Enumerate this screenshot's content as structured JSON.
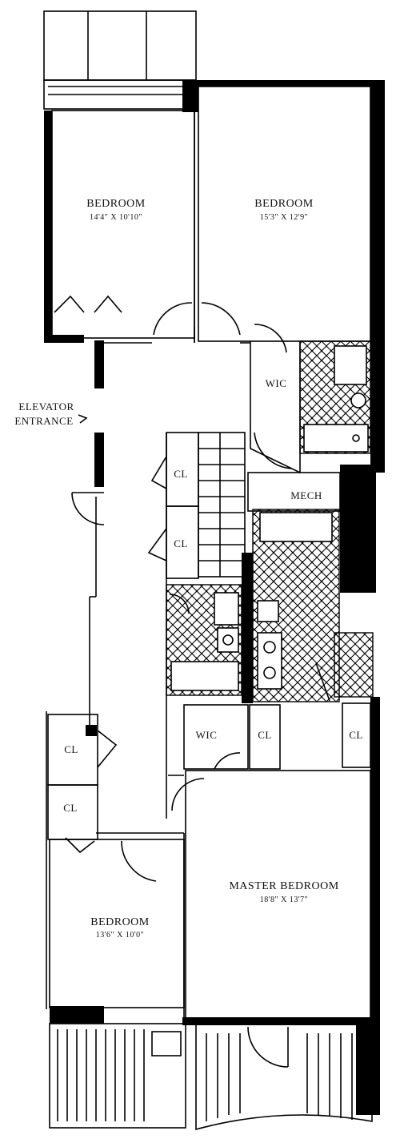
{
  "rooms": {
    "bedroom_1": {
      "name": "BEDROOM",
      "dimensions": "14'4\" X 10'10\""
    },
    "bedroom_2": {
      "name": "BEDROOM",
      "dimensions": "15'3\" X 12'9\""
    },
    "bedroom_3": {
      "name": "BEDROOM",
      "dimensions": "13'6\" X 10'0\""
    },
    "master_bedroom": {
      "name": "MASTER BEDROOM",
      "dimensions": "18'8\" X 13'7\""
    },
    "wic_upper": {
      "name": "WIC"
    },
    "wic_lower": {
      "name": "WIC"
    },
    "mech": {
      "name": "MECH"
    },
    "closets": [
      "CL",
      "CL",
      "CL",
      "CL",
      "CL",
      "CL"
    ]
  },
  "labels": {
    "elevator_line1": "ELEVATOR",
    "elevator_line2": "ENTRANCE"
  }
}
